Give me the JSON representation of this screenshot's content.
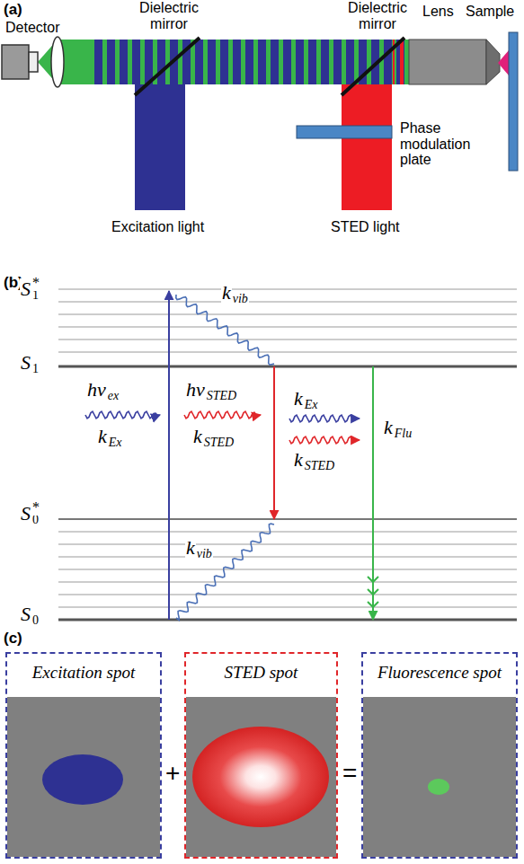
{
  "diagram": {
    "nodes": [
      {
        "text": [
          "Excitation spot"
        ]
      },
      {
        "text": [
          "STED spot"
        ]
      },
      {
        "text": [
          "Fluorescence spot"
        ]
      }
    ],
    "labels": [
      "(a)",
      "Detector",
      "Dielectric mirror",
      "Dielectric mirror",
      "Lens",
      "Sample",
      "Phase modulation plate",
      "Excitation light",
      "STED light",
      "(b)",
      "S",
      "1",
      "*",
      "k",
      "vib",
      "S",
      "1",
      "hν",
      "ex",
      "k",
      "Ex",
      "hν",
      "STED",
      "k",
      "STED",
      "k",
      "Ex",
      "k",
      "STED",
      "k",
      "Flu",
      "S",
      "0",
      "*",
      "k",
      "vib",
      "S",
      "0",
      "(c)",
      "+",
      "="
    ]
  }
}
